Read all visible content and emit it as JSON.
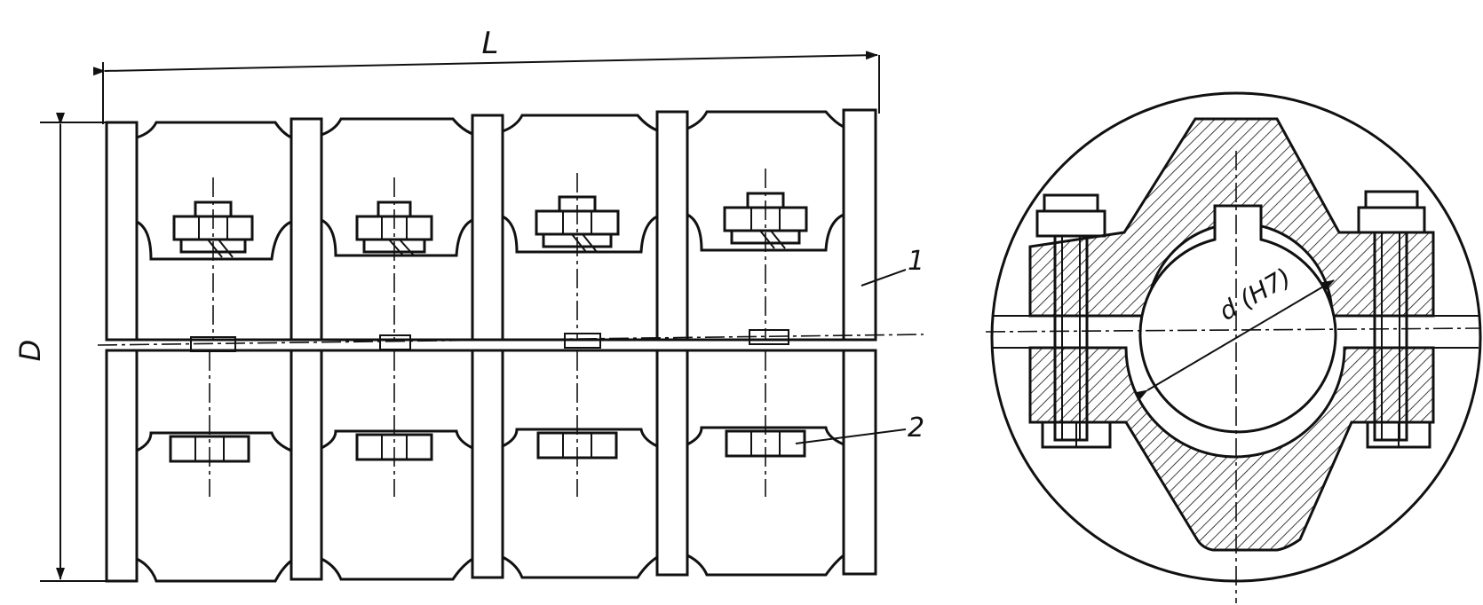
{
  "labels": {
    "length": "L",
    "diameter": "D",
    "part_1": "1",
    "part_2": "2",
    "bore": "d (H7)"
  }
}
